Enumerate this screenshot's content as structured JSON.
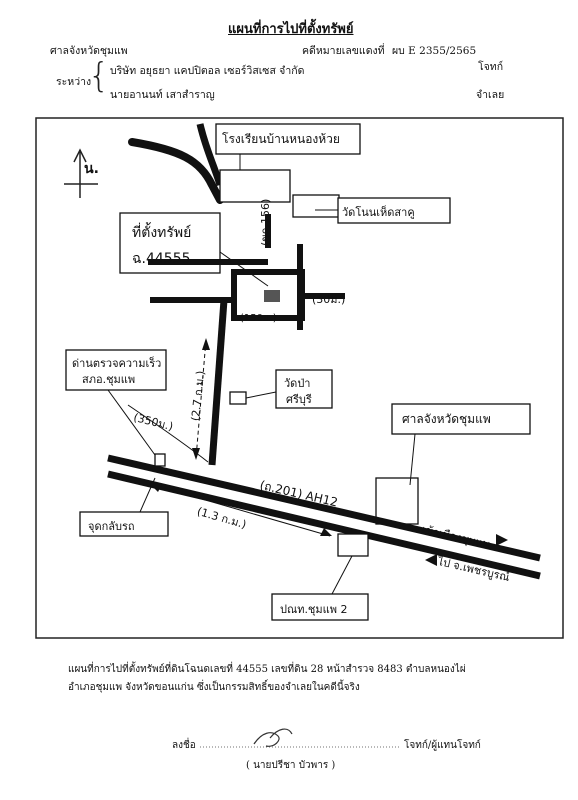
{
  "header": {
    "title": "แผนที่การไปที่ตั้งทรัพย์",
    "court": "ศาลจังหวัดชุมแพ",
    "case_label": "คดีหมายเลขแดงที่",
    "case_number": "ผบ E 2355/2565",
    "between_label": "ระหว่าง",
    "plaintiff": "บริษัท อยุธยา แคปปิตอล เซอร์วิสเซส จำกัด",
    "plaintiff_role": "โจทก์",
    "defendant": "นายอานนท์   เสาสำราญ",
    "defendant_role": "จำเลย"
  },
  "map_labels": {
    "north": "น.",
    "school": "โรงเรียนบ้านหนองห้วย",
    "temple_top": "วัดโนนเห็ดสาคู",
    "property_title": "ที่ตั้งทรัพย์",
    "property_deed": "ฉ.44555",
    "road_code": "(ขก.156)",
    "dist_30m": "(30ม.)",
    "dist_150m": "(150ม.)",
    "dist_2_7km": "(2.7 ก.ม.)",
    "police_line1": "ด่านตรวจความเร็ว",
    "police_line2": "สภอ.ชุมแพ",
    "dist_350m": "(350ม.)",
    "temple_mid_line1": "วัดป่า",
    "temple_mid_line2": "ศรีบุรี",
    "court_building": "ศาลจังหวัดชุมแพ",
    "highway": "(ถ.201) AH12",
    "dist_1_3km": "(1.3 ก.ม.)",
    "uturn": "จุดกลับรถ",
    "to_town": "เข้าเมืองชุมแพ",
    "to_phetchabun": "ไป จ.เพชรบูรณ์",
    "post_office": "ปณท.ชุมแพ 2"
  },
  "footer": {
    "desc_line1": "แผนที่การไปที่ตั้งทรัพย์ที่ดินโฉนดเลขที่ 44555 เลขที่ดิน 28  หน้าสำรวจ 8483  ตำบลหนองไผ่",
    "desc_line2": "อำเภอชุมแพ จังหวัดขอนแก่น  ซึ่งเป็นกรรมสิทธิ์ของจำเลยในคดีนี้จริง",
    "sign_label": "ลงชื่อ",
    "sign_role": "โจทก์/ผู้แทนโจทก์",
    "signer_name": "( นายปรีชา  บัวพาร )"
  }
}
